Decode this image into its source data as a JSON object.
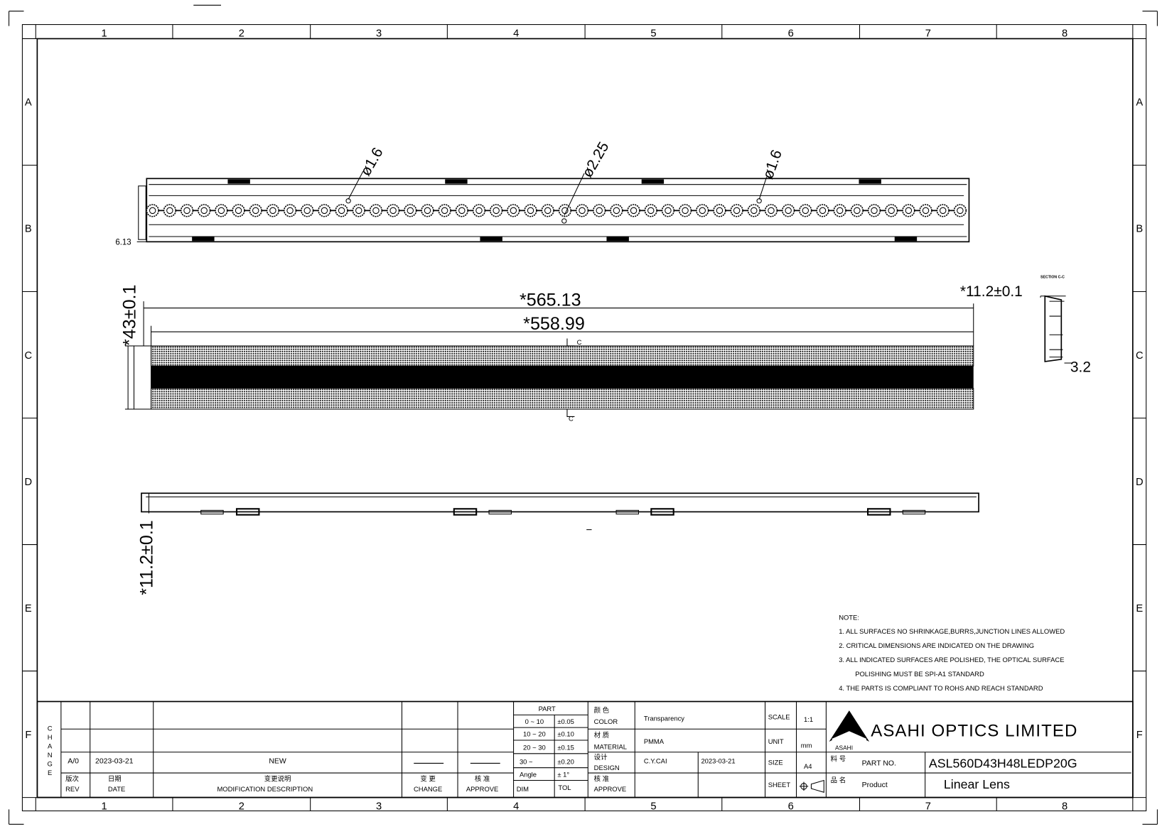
{
  "frame": {
    "columns": [
      "1",
      "2",
      "3",
      "4",
      "5",
      "6",
      "7",
      "8"
    ],
    "rows": [
      "A",
      "B",
      "C",
      "D",
      "E",
      "F"
    ]
  },
  "views": {
    "top": {
      "dims": {
        "hole_left": "ø1.6",
        "hole_center": "ø2.25",
        "hole_right": "ø1.6",
        "edge": "6.13"
      },
      "led_count": 48
    },
    "front": {
      "dims": {
        "length_outer": "*565.13",
        "length_inner": "*558.99",
        "height": "*43±0.1",
        "section_mark": "C"
      }
    },
    "side": {
      "dims": {
        "height": "*11.2±0.1"
      }
    },
    "section": {
      "title": "SECTION C-C",
      "dims": {
        "height": "*11.2±0.1",
        "step": "3.2"
      }
    }
  },
  "notes": {
    "title": "NOTE:",
    "items": [
      "1. ALL SURFACES NO SHRINKAGE,BURRS,JUNCTION LINES ALLOWED",
      "2. CRITICAL DIMENSIONS ARE INDICATED ON THE DRAWING",
      "3. ALL INDICATED SURFACES ARE POLISHED, THE OPTICAL SURFACE",
      "POLISHING MUST BE SPI-A1 STANDARD",
      "4. THE PARTS IS COMPLIANT TO ROHS AND REACH STANDARD"
    ]
  },
  "title_block": {
    "change_label": [
      "C",
      "H",
      "A",
      "N",
      "G",
      "E"
    ],
    "revision": {
      "rev": "A/0",
      "date": "2023-03-21",
      "description": "NEW"
    },
    "headers": {
      "rev_cn": "版次",
      "rev": "REV",
      "date_cn": "日期",
      "date": "DATE",
      "desc_cn": "变更说明",
      "desc": "MODIFICATION DESCRIPTION",
      "change_cn": "变 更",
      "change": "CHANGE",
      "approve_cn": "核 准",
      "approve": "APPROVE"
    },
    "tolerance": {
      "title": "PART",
      "rows": [
        {
          "range": "0 ~ 10",
          "tol": "±0.05"
        },
        {
          "range": "10 ~ 20",
          "tol": "±0.10"
        },
        {
          "range": "20 ~ 30",
          "tol": "±0.15"
        },
        {
          "range": "30 ~",
          "tol": "±0.20"
        },
        {
          "range": "Angle",
          "tol": "± 1°"
        }
      ],
      "dim_label": "DIM",
      "tol_label": "TOL"
    },
    "color_cn": "颜 色",
    "color_label": "COLOR",
    "color": "Transparency",
    "material_cn": "材 质",
    "material_label": "MATERIAL",
    "material": "PMMA",
    "design_cn": "设计",
    "design_label": "DESIGN",
    "designer": "C.Y.CAI",
    "design_date": "2023-03-21",
    "approve_cn": "核 准",
    "approve_label": "APPROVE",
    "scale_label": "SCALE",
    "scale": "1:1",
    "unit_label": "UNIT",
    "unit": "mm",
    "size_label": "SIZE",
    "size": "A4",
    "sheet_label": "SHEET",
    "company": "ASAHI OPTICS LIMITED",
    "logo_text": "ASAHI",
    "part_no_cn": "料 号",
    "part_no_label": "PART NO.",
    "part_no": "ASL560D43H48LEDP20G",
    "product_cn": "品 名",
    "product_label": "Product",
    "product": "Linear Lens"
  }
}
